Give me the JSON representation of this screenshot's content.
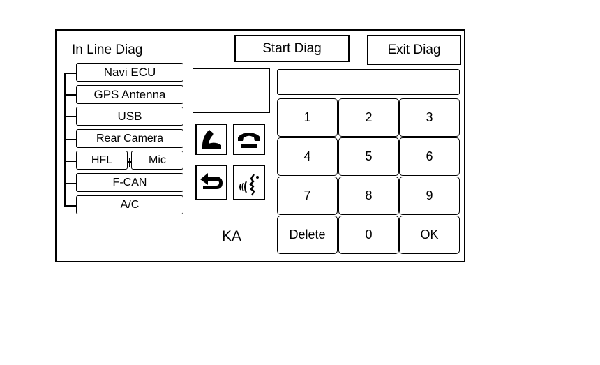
{
  "screen": {
    "title": "In Line Diag",
    "start_label": "Start Diag",
    "exit_label": "Exit Diag",
    "code": "KA"
  },
  "menu": {
    "items": [
      "Navi ECU",
      "GPS Antenna",
      "USB",
      "Rear Camera",
      "HFL",
      "Mic",
      "F-CAN",
      "A/C"
    ]
  },
  "icons": {
    "call": "phone-off-hook-icon",
    "hangup": "phone-hangup-icon",
    "back": "back-arrow-icon",
    "voice": "voice-recognition-icon"
  },
  "keypad": {
    "keys": [
      "1",
      "2",
      "3",
      "4",
      "5",
      "6",
      "7",
      "8",
      "9",
      "Delete",
      "0",
      "OK"
    ]
  }
}
